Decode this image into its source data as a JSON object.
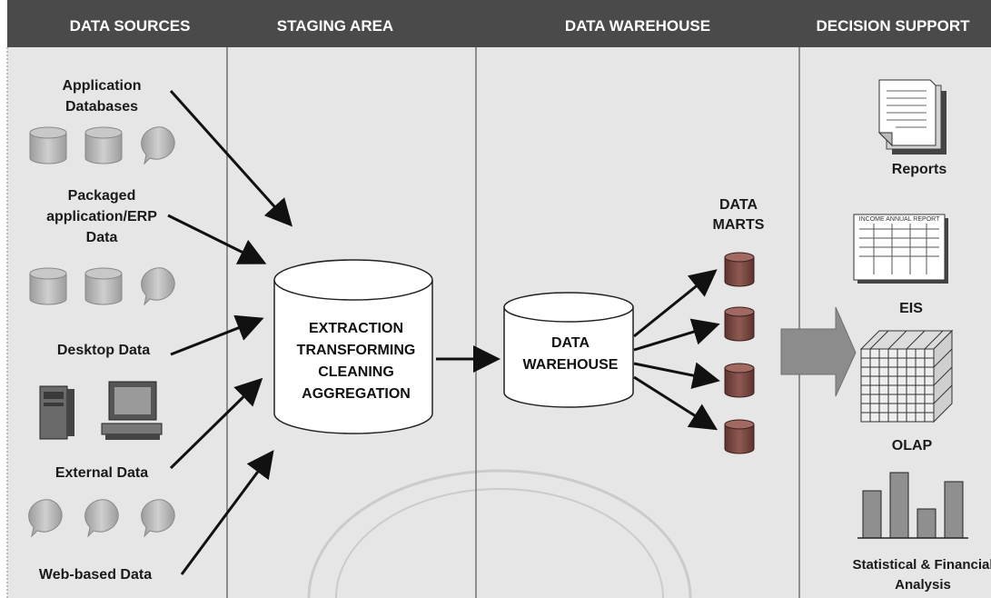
{
  "headers": {
    "data_sources": "DATA SOURCES",
    "staging_area": "STAGING AREA",
    "data_warehouse": "DATA WAREHOUSE",
    "decision_support": "DECISION SUPPORT"
  },
  "sources": {
    "application_databases": [
      "Application",
      "Databases"
    ],
    "packaged_erp": [
      "Packaged",
      "application/ERP",
      "Data"
    ],
    "desktop": "Desktop Data",
    "external": "External Data",
    "web_based": "Web-based Data"
  },
  "staging": {
    "process_lines": [
      "EXTRACTION",
      "TRANSFORMING",
      "CLEANING",
      "AGGREGATION"
    ]
  },
  "warehouse": {
    "label_lines": [
      "DATA",
      "WAREHOUSE"
    ],
    "marts_label": [
      "DATA",
      "MARTS"
    ]
  },
  "decision_support": {
    "reports": "Reports",
    "eis": "EIS",
    "eis_report_title": "INCOME ANNUAL REPORT",
    "olap": "OLAP",
    "stats": [
      "Statistical & Financial",
      "Analysis"
    ]
  },
  "colors": {
    "header_bg": "#4a4a4a",
    "panel_bg": "#e6e6e6",
    "source_cylinder": "#b8b8b8",
    "mart_cylinder": "#7a4a44",
    "flow_arrow": "#8c8c8c",
    "bar_fill": "#8f8f8f"
  }
}
